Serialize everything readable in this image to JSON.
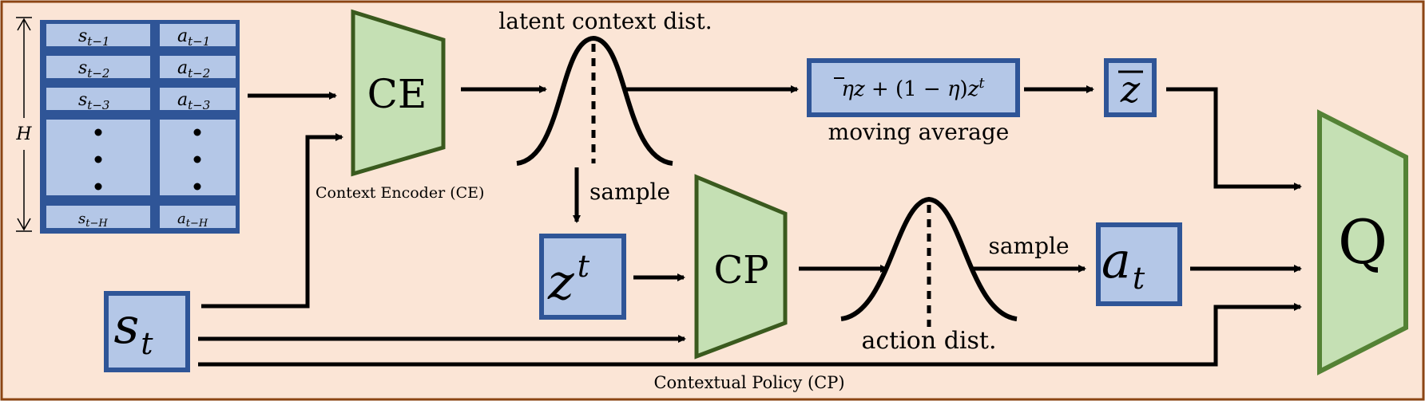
{
  "history": {
    "rows": [
      {
        "state": "s",
        "state_sub": "t−1",
        "action": "a",
        "action_sub": "t−1"
      },
      {
        "state": "s",
        "state_sub": "t−2",
        "action": "a",
        "action_sub": "t−2"
      },
      {
        "state": "s",
        "state_sub": "t−3",
        "action": "a",
        "action_sub": "t−3"
      },
      {
        "state": "s",
        "state_sub": "t−H",
        "action": "a",
        "action_sub": "t−H"
      }
    ],
    "horizon_label": "H"
  },
  "ce": {
    "block_label": "CE",
    "caption": "Context Encoder (CE)"
  },
  "latent": {
    "caption": "latent context dist.",
    "sample_label": "sample"
  },
  "moving_average": {
    "formula": {
      "eta": "η",
      "zbar": "z",
      "plus": " + (1 − ",
      "eta2": "η",
      "close": ")",
      "z": "z",
      "sup": "t"
    },
    "caption": "moving average"
  },
  "zbar_box": {
    "label": "z"
  },
  "zt_box": {
    "label": "z",
    "sup": "t"
  },
  "cp": {
    "block_label": "CP",
    "caption": "Contextual Policy (CP)"
  },
  "action_dist": {
    "caption": "action dist.",
    "sample_label": "sample"
  },
  "at_box": {
    "label": "a",
    "sub": "t"
  },
  "st_box": {
    "label": "s",
    "sub": "t"
  },
  "q": {
    "block_label": "Q"
  },
  "colors": {
    "background": "#fbe5d6",
    "frame": "#8b4513",
    "box_fill": "#b4c7e7",
    "box_stroke": "#2f5597",
    "block_fill": "#c5e0b4",
    "block_stroke": "#3a5a1e",
    "q_stroke": "#548235"
  }
}
